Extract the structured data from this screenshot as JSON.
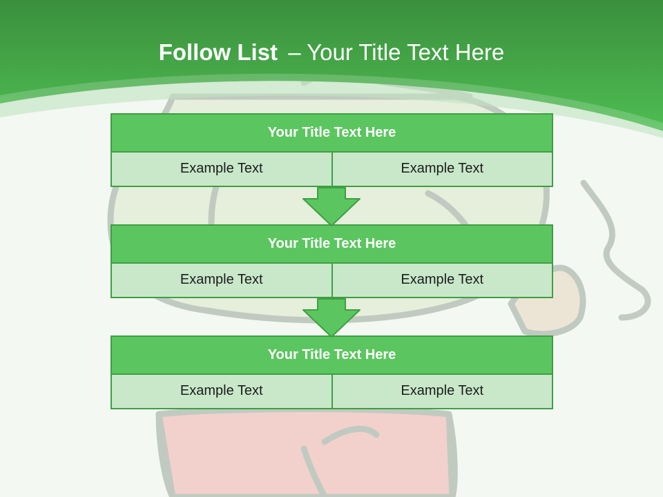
{
  "slide": {
    "title_bold": "Follow List",
    "title_rest": "– Your Title Text Here"
  },
  "colors": {
    "banner_dark": "#3b8f3d",
    "banner_light": "#4ebd52",
    "header_fill": "#5bc65f",
    "cell_fill": "#c8e8c9",
    "border": "#3f9e43",
    "arrow_fill": "#5bc65f"
  },
  "steps": [
    {
      "title": "Your Title Text Here",
      "left": "Example Text",
      "right": "Example Text"
    },
    {
      "title": "Your Title Text Here",
      "left": "Example Text",
      "right": "Example Text"
    },
    {
      "title": "Your Title Text Here",
      "left": "Example Text",
      "right": "Example Text"
    }
  ],
  "arrows": [
    {
      "icon": "down-arrow-icon"
    },
    {
      "icon": "down-arrow-icon"
    }
  ]
}
